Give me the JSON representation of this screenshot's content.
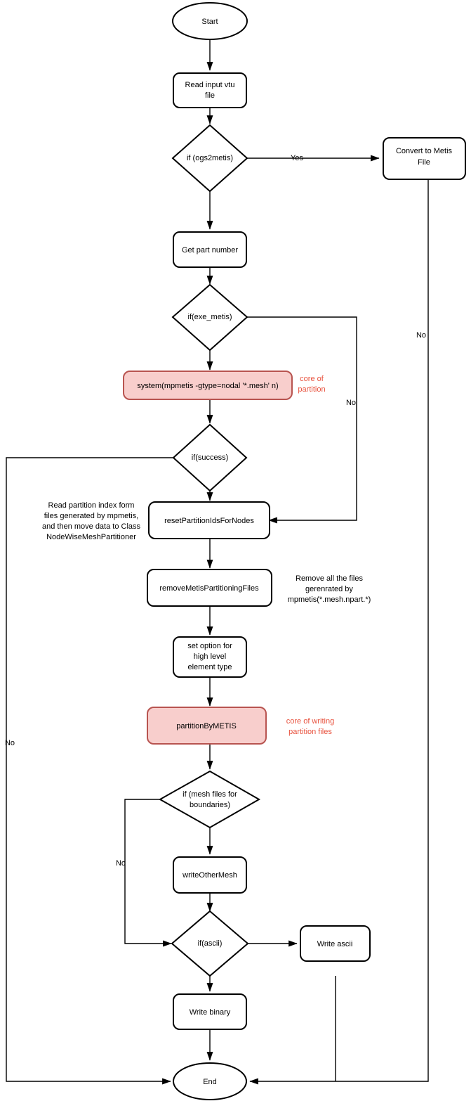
{
  "diagram": {
    "title": "OGS mesh partitioner flowchart",
    "colors": {
      "node_fill": "#ffffff",
      "node_stroke": "#000000",
      "accent_fill": "#f8cecc",
      "accent_stroke": "#b85450",
      "accent_text": "#e8513d",
      "background": "#ffffff"
    },
    "nodes": {
      "start": {
        "label": "Start",
        "shape": "ellipse"
      },
      "read_input": {
        "label_line1": "Read input vtu",
        "label_line2": "file",
        "shape": "rounded-rect"
      },
      "if_ogs2metis": {
        "label": "if (ogs2metis)",
        "shape": "diamond"
      },
      "convert_metis": {
        "label_line1": "Convert to Metis",
        "label_line2": "File",
        "shape": "rounded-rect"
      },
      "get_part_number": {
        "label": "Get part number",
        "shape": "rounded-rect"
      },
      "if_exe_metis": {
        "label": "if(exe_metis)",
        "shape": "diamond"
      },
      "system_mpmetis": {
        "label": "system(mpmetis -gtype=nodal '*.mesh' n)",
        "shape": "rounded-rect",
        "accent": true
      },
      "if_success": {
        "label": "if(success)",
        "shape": "diamond"
      },
      "reset_partition_ids": {
        "label": "resetPartitionIdsForNodes",
        "shape": "rounded-rect"
      },
      "remove_metis_files": {
        "label": "removeMetisPartitioningFiles",
        "shape": "rounded-rect"
      },
      "set_option": {
        "label_line1": "set option for",
        "label_line2": "high level",
        "label_line3": "element type",
        "shape": "rounded-rect"
      },
      "partition_by_metis": {
        "label": "partitionByMETIS",
        "shape": "rounded-rect",
        "accent": true
      },
      "if_mesh_files": {
        "label_line1": "if (mesh files for",
        "label_line2": "boundaries)",
        "shape": "diamond"
      },
      "write_other_mesh": {
        "label": "writeOtherMesh",
        "shape": "rounded-rect"
      },
      "if_ascii": {
        "label": "if(ascii)",
        "shape": "diamond"
      },
      "write_ascii": {
        "label": "Write ascii",
        "shape": "rounded-rect"
      },
      "write_binary": {
        "label": "Write binary",
        "shape": "rounded-rect"
      },
      "end": {
        "label": "End",
        "shape": "ellipse"
      }
    },
    "edge_labels": {
      "ogs2metis_yes": "Yes",
      "convert_metis_no": "No",
      "exe_metis_no": "No",
      "success_no": "No",
      "mesh_files_no": "No"
    },
    "annotations": {
      "core_of_partition": {
        "line1": "core of",
        "line2": "partition",
        "accent": true
      },
      "core_of_writing": {
        "line1": "core of writing",
        "line2": "partition files",
        "accent": true
      },
      "read_partition_index": {
        "line1": "Read partition index form",
        "line2": "files generated by mpmetis,",
        "line3": "and then move data to Class",
        "line4": "NodeWiseMeshPartitioner"
      },
      "remove_all_files": {
        "line1": "Remove all the files",
        "line2": "gerenrated by",
        "line3": "mpmetis(*.mesh.npart.*)"
      }
    }
  }
}
